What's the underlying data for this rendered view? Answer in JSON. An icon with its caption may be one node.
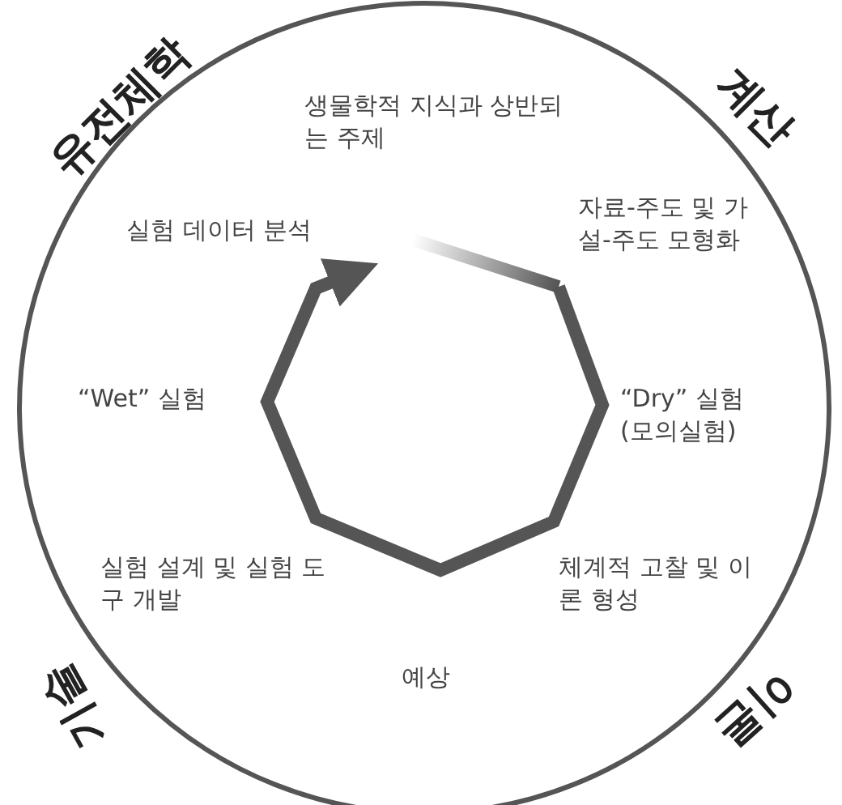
{
  "diagram": {
    "labels": [
      "유전체학",
      "계산",
      "생물학적 지식과 상반되는 주제",
      "실험 데이터 분석",
      "자료-주도 및 가설-주도 모형화",
      "“Wet” 실험",
      "“Dry” 실험 (모의실험)",
      "실험 설계 및 실험 도구 개발",
      "체계적 고찰 및 이론 형성",
      "예상",
      "기술",
      "이론"
    ]
  }
}
